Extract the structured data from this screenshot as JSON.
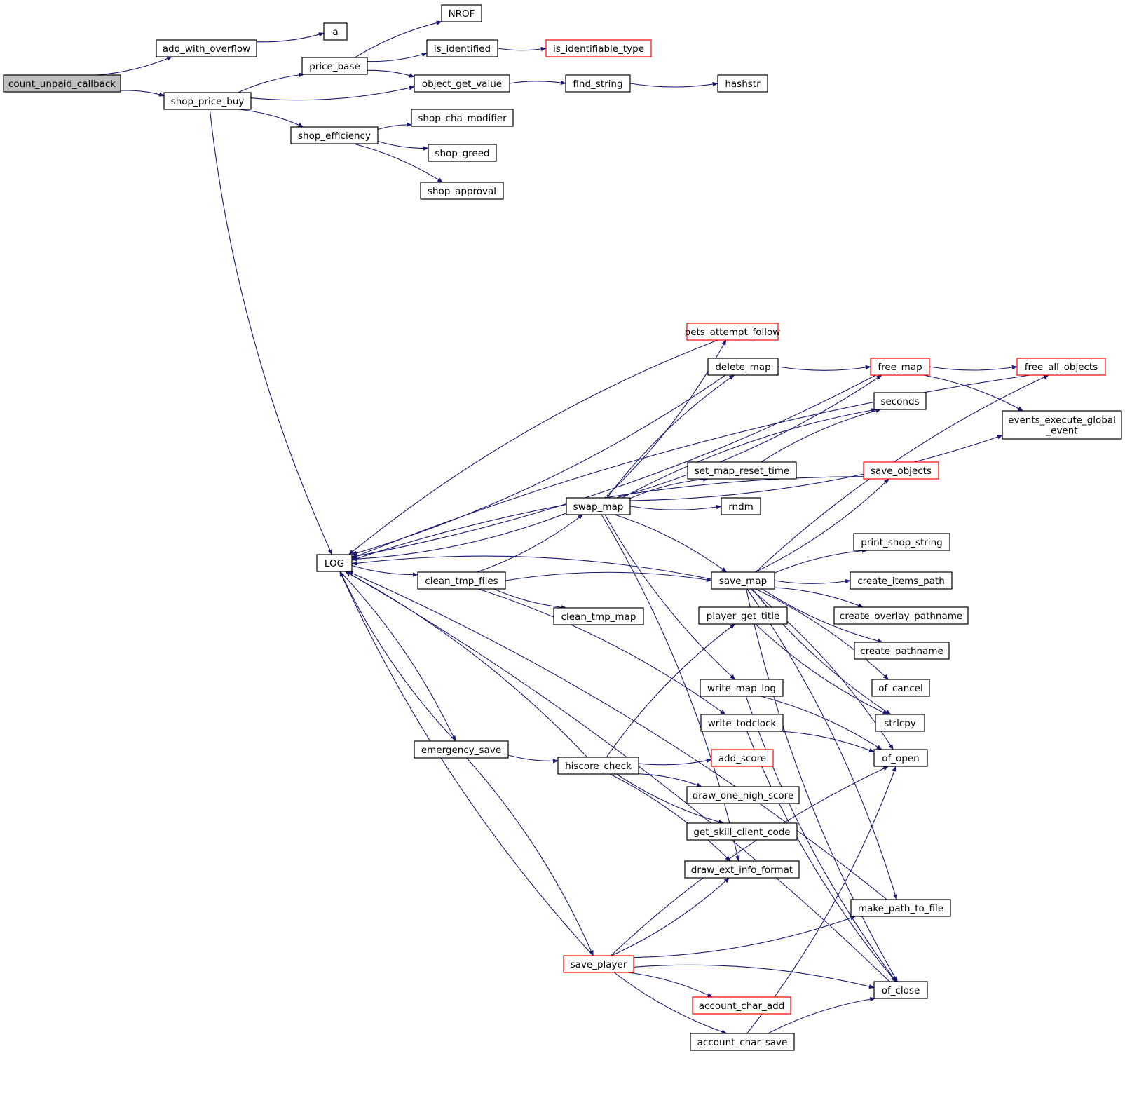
{
  "diagram": {
    "type": "call-graph",
    "colors": {
      "edge": "#191970",
      "node_border": "#000000",
      "truncated_border": "#ff0000",
      "root_fill": "#bfbfbf"
    },
    "nodes": [
      {
        "id": "count_unpaid_callback",
        "label": "count_unpaid_callback",
        "root": true
      },
      {
        "id": "add_with_overflow",
        "label": "add_with_overflow"
      },
      {
        "id": "shop_price_buy",
        "label": "shop_price_buy"
      },
      {
        "id": "a",
        "label": "a"
      },
      {
        "id": "price_base",
        "label": "price_base"
      },
      {
        "id": "shop_efficiency",
        "label": "shop_efficiency"
      },
      {
        "id": "NROF",
        "label": "NROF"
      },
      {
        "id": "is_identified",
        "label": "is_identified"
      },
      {
        "id": "is_identifiable_type",
        "label": "is_identifiable_type",
        "truncated": true
      },
      {
        "id": "object_get_value",
        "label": "object_get_value"
      },
      {
        "id": "find_string",
        "label": "find_string"
      },
      {
        "id": "hashstr",
        "label": "hashstr"
      },
      {
        "id": "shop_cha_modifier",
        "label": "shop_cha_modifier"
      },
      {
        "id": "shop_greed",
        "label": "shop_greed"
      },
      {
        "id": "shop_approval",
        "label": "shop_approval"
      },
      {
        "id": "LOG",
        "label": "LOG"
      },
      {
        "id": "pets_attempt_follow",
        "label": "pets_attempt_follow",
        "truncated": true
      },
      {
        "id": "delete_map",
        "label": "delete_map"
      },
      {
        "id": "free_map",
        "label": "free_map",
        "truncated": true
      },
      {
        "id": "free_all_objects",
        "label": "free_all_objects",
        "truncated": true
      },
      {
        "id": "seconds",
        "label": "seconds"
      },
      {
        "id": "events_execute_global_event",
        "label": "events_execute_global _event",
        "lines": [
          "events_execute_global",
          "_event"
        ]
      },
      {
        "id": "set_map_reset_time",
        "label": "set_map_reset_time"
      },
      {
        "id": "save_objects",
        "label": "save_objects",
        "truncated": true
      },
      {
        "id": "swap_map",
        "label": "swap_map"
      },
      {
        "id": "rndm",
        "label": "rndm"
      },
      {
        "id": "print_shop_string",
        "label": "print_shop_string"
      },
      {
        "id": "clean_tmp_files",
        "label": "clean_tmp_files"
      },
      {
        "id": "save_map",
        "label": "save_map"
      },
      {
        "id": "create_items_path",
        "label": "create_items_path"
      },
      {
        "id": "clean_tmp_map",
        "label": "clean_tmp_map"
      },
      {
        "id": "create_overlay_pathname",
        "label": "create_overlay_pathname"
      },
      {
        "id": "player_get_title",
        "label": "player_get_title"
      },
      {
        "id": "create_pathname",
        "label": "create_pathname"
      },
      {
        "id": "write_map_log",
        "label": "write_map_log"
      },
      {
        "id": "of_cancel",
        "label": "of_cancel"
      },
      {
        "id": "write_todclock",
        "label": "write_todclock"
      },
      {
        "id": "strlcpy",
        "label": "strlcpy"
      },
      {
        "id": "emergency_save",
        "label": "emergency_save"
      },
      {
        "id": "hiscore_check",
        "label": "hiscore_check"
      },
      {
        "id": "add_score",
        "label": "add_score",
        "truncated": true
      },
      {
        "id": "of_open",
        "label": "of_open"
      },
      {
        "id": "draw_one_high_score",
        "label": "draw_one_high_score"
      },
      {
        "id": "get_skill_client_code",
        "label": "get_skill_client_code"
      },
      {
        "id": "draw_ext_info_format",
        "label": "draw_ext_info_format"
      },
      {
        "id": "make_path_to_file",
        "label": "make_path_to_file"
      },
      {
        "id": "save_player",
        "label": "save_player",
        "truncated": true
      },
      {
        "id": "of_close",
        "label": "of_close"
      },
      {
        "id": "account_char_add",
        "label": "account_char_add",
        "truncated": true
      },
      {
        "id": "account_char_save",
        "label": "account_char_save"
      }
    ],
    "edges": [
      [
        "count_unpaid_callback",
        "add_with_overflow"
      ],
      [
        "count_unpaid_callback",
        "shop_price_buy"
      ],
      [
        "add_with_overflow",
        "a"
      ],
      [
        "shop_price_buy",
        "price_base"
      ],
      [
        "shop_price_buy",
        "object_get_value"
      ],
      [
        "shop_price_buy",
        "shop_efficiency"
      ],
      [
        "shop_price_buy",
        "LOG"
      ],
      [
        "price_base",
        "NROF"
      ],
      [
        "price_base",
        "is_identified"
      ],
      [
        "price_base",
        "object_get_value"
      ],
      [
        "is_identified",
        "is_identifiable_type"
      ],
      [
        "object_get_value",
        "find_string"
      ],
      [
        "find_string",
        "hashstr"
      ],
      [
        "shop_efficiency",
        "shop_cha_modifier"
      ],
      [
        "shop_efficiency",
        "shop_greed"
      ],
      [
        "shop_efficiency",
        "shop_approval"
      ],
      [
        "LOG",
        "clean_tmp_files"
      ],
      [
        "LOG",
        "emergency_save"
      ],
      [
        "pets_attempt_follow",
        "LOG"
      ],
      [
        "delete_map",
        "LOG"
      ],
      [
        "delete_map",
        "free_map"
      ],
      [
        "free_map",
        "LOG"
      ],
      [
        "free_map",
        "free_all_objects"
      ],
      [
        "free_map",
        "events_execute_global_event"
      ],
      [
        "free_all_objects",
        "LOG"
      ],
      [
        "set_map_reset_time",
        "seconds"
      ],
      [
        "save_objects",
        "LOG"
      ],
      [
        "swap_map",
        "LOG"
      ],
      [
        "swap_map",
        "pets_attempt_follow"
      ],
      [
        "swap_map",
        "delete_map"
      ],
      [
        "swap_map",
        "free_map"
      ],
      [
        "swap_map",
        "seconds"
      ],
      [
        "swap_map",
        "events_execute_global_event"
      ],
      [
        "swap_map",
        "set_map_reset_time"
      ],
      [
        "swap_map",
        "rndm"
      ],
      [
        "swap_map",
        "save_map"
      ],
      [
        "swap_map",
        "write_map_log"
      ],
      [
        "swap_map",
        "draw_ext_info_format"
      ],
      [
        "clean_tmp_files",
        "swap_map"
      ],
      [
        "clean_tmp_files",
        "save_map"
      ],
      [
        "clean_tmp_files",
        "clean_tmp_map"
      ],
      [
        "clean_tmp_files",
        "write_todclock"
      ],
      [
        "save_map",
        "LOG"
      ],
      [
        "save_map",
        "free_all_objects"
      ],
      [
        "save_map",
        "save_objects"
      ],
      [
        "save_map",
        "print_shop_string"
      ],
      [
        "save_map",
        "create_items_path"
      ],
      [
        "save_map",
        "create_overlay_pathname"
      ],
      [
        "save_map",
        "create_pathname"
      ],
      [
        "save_map",
        "of_cancel"
      ],
      [
        "save_map",
        "strlcpy"
      ],
      [
        "save_map",
        "of_open"
      ],
      [
        "save_map",
        "of_close"
      ],
      [
        "save_map",
        "make_path_to_file"
      ],
      [
        "player_get_title",
        "strlcpy"
      ],
      [
        "write_map_log",
        "of_open"
      ],
      [
        "write_map_log",
        "of_close"
      ],
      [
        "write_todclock",
        "of_open"
      ],
      [
        "write_todclock",
        "of_close"
      ],
      [
        "emergency_save",
        "LOG"
      ],
      [
        "emergency_save",
        "hiscore_check"
      ],
      [
        "emergency_save",
        "save_player"
      ],
      [
        "hiscore_check",
        "LOG"
      ],
      [
        "hiscore_check",
        "player_get_title"
      ],
      [
        "hiscore_check",
        "add_score"
      ],
      [
        "hiscore_check",
        "draw_one_high_score"
      ],
      [
        "hiscore_check",
        "get_skill_client_code"
      ],
      [
        "hiscore_check",
        "draw_ext_info_format"
      ],
      [
        "make_path_to_file",
        "LOG"
      ],
      [
        "save_player",
        "LOG"
      ],
      [
        "save_player",
        "draw_ext_info_format"
      ],
      [
        "save_player",
        "of_open"
      ],
      [
        "save_player",
        "make_path_to_file"
      ],
      [
        "save_player",
        "account_char_add"
      ],
      [
        "save_player",
        "account_char_save"
      ],
      [
        "save_player",
        "of_close"
      ],
      [
        "account_char_save",
        "of_open"
      ],
      [
        "account_char_save",
        "of_close"
      ],
      [
        "of_close",
        "LOG"
      ]
    ]
  }
}
